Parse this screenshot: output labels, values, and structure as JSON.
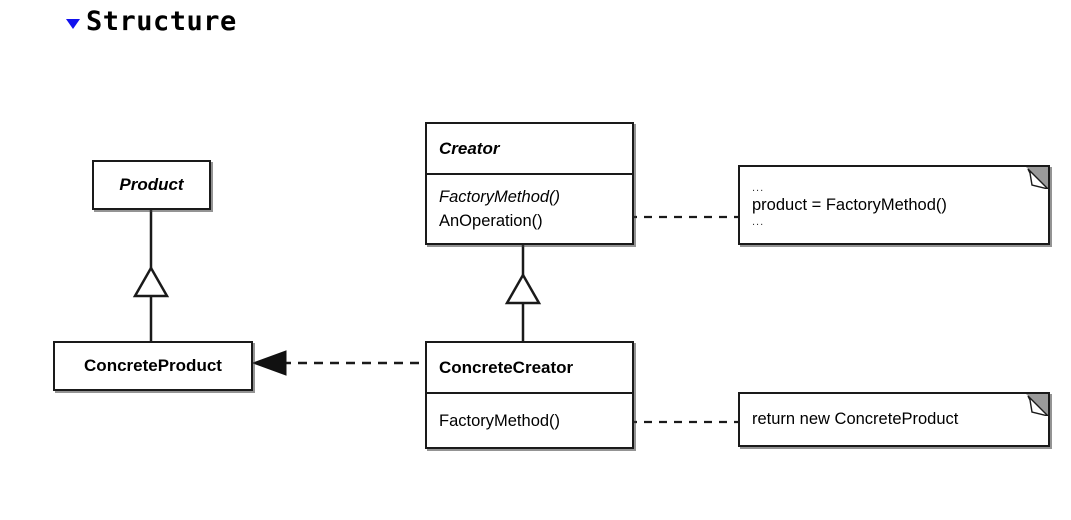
{
  "header": {
    "collapse_icon": "triangle-down-icon",
    "title": "Structure",
    "accent_color": "#1111ee"
  },
  "diagram": {
    "type": "uml-class-diagram",
    "pattern": "Factory Method",
    "classes": [
      {
        "id": "product",
        "name": "Product",
        "abstract": true,
        "operations": []
      },
      {
        "id": "concrete-product",
        "name": "ConcreteProduct",
        "abstract": false,
        "operations": []
      },
      {
        "id": "creator",
        "name": "Creator",
        "abstract": true,
        "operations": [
          {
            "label": "FactoryMethod()",
            "abstract": true
          },
          {
            "label": "AnOperation()",
            "abstract": false
          }
        ]
      },
      {
        "id": "concrete-creator",
        "name": "ConcreteCreator",
        "abstract": false,
        "operations": [
          {
            "label": "FactoryMethod()",
            "abstract": false
          }
        ]
      }
    ],
    "notes": [
      {
        "id": "note-anoperation",
        "lines": [
          "...",
          "product = FactoryMethod()",
          "..."
        ],
        "attached_to": "AnOperation()"
      },
      {
        "id": "note-factorymethod",
        "lines": [
          "return new ConcreteProduct"
        ],
        "attached_to": "FactoryMethod()"
      }
    ],
    "relationships": [
      {
        "type": "generalization",
        "from": "ConcreteProduct",
        "to": "Product"
      },
      {
        "type": "generalization",
        "from": "ConcreteCreator",
        "to": "Creator"
      },
      {
        "type": "dependency",
        "from": "ConcreteCreator",
        "to": "ConcreteProduct"
      }
    ],
    "line_color": "#1a1a1a",
    "fold_color": "#9a9a9a"
  }
}
